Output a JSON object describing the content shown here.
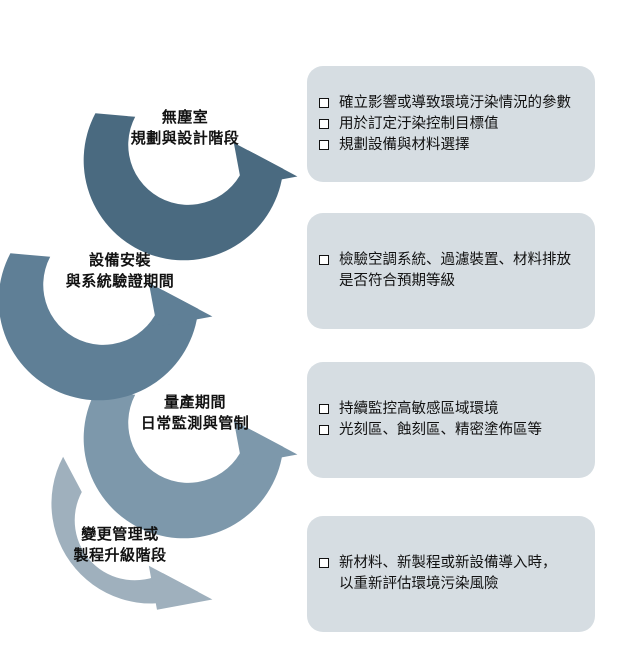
{
  "colors": {
    "ring_1": "#4a6a80",
    "ring_2": "#5f7f96",
    "ring_3": "#7d98ab",
    "ring_4": "#9fb0bd",
    "box_fill": "#d6dde2"
  },
  "stages": [
    {
      "label_lines": [
        "無塵室",
        "規劃與設計階段"
      ],
      "bullets": [
        [
          "確立影響或導致環境汙染情況的參數"
        ],
        [
          "用於訂定汙染控制目標值"
        ],
        [
          "規劃設備與材料選擇"
        ]
      ]
    },
    {
      "label_lines": [
        "設備安裝",
        "與系統驗證期間"
      ],
      "bullets": [
        [
          "檢驗空調系統、過濾裝置、材料排放",
          "是否符合預期等級"
        ]
      ]
    },
    {
      "label_lines": [
        "量產期間",
        "日常監測與管制"
      ],
      "bullets": [
        [
          "持續監控高敏感區域環境"
        ],
        [
          "光刻區、蝕刻區、精密塗佈區等"
        ]
      ]
    },
    {
      "label_lines": [
        "變更管理或",
        "製程升級階段"
      ],
      "bullets": [
        [
          "新材料、新製程或新設備導入時，",
          "以重新評估環境污染風險"
        ]
      ]
    }
  ]
}
